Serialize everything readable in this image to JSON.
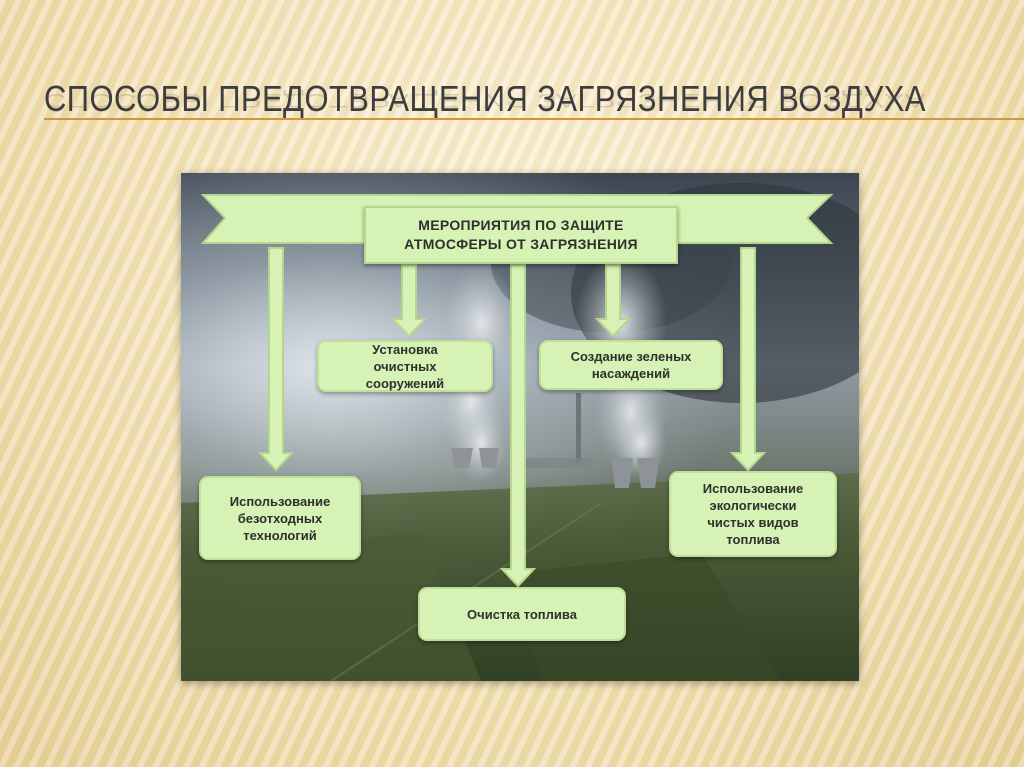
{
  "slide": {
    "title": "СПОСОБЫ ПРЕДОТВРАЩЕНИЯ ЗАГРЯЗНЕНИЯ ВОЗДУХА"
  },
  "diagram": {
    "root": "МЕРОПРИЯТИЯ   ПО ЗАЩИТЕ\nАТМОСФЕРЫ ОТ ЗАГРЯЗНЕНИЯ",
    "measures": [
      "Установка\nочистных\nсооружений",
      "Создание зеленых\nнасаждений",
      "Использование\nбезотходных\nтехнологий",
      "Использование\nэкологически\nчистых видов\nтоплива",
      "Очистка топлива"
    ]
  }
}
